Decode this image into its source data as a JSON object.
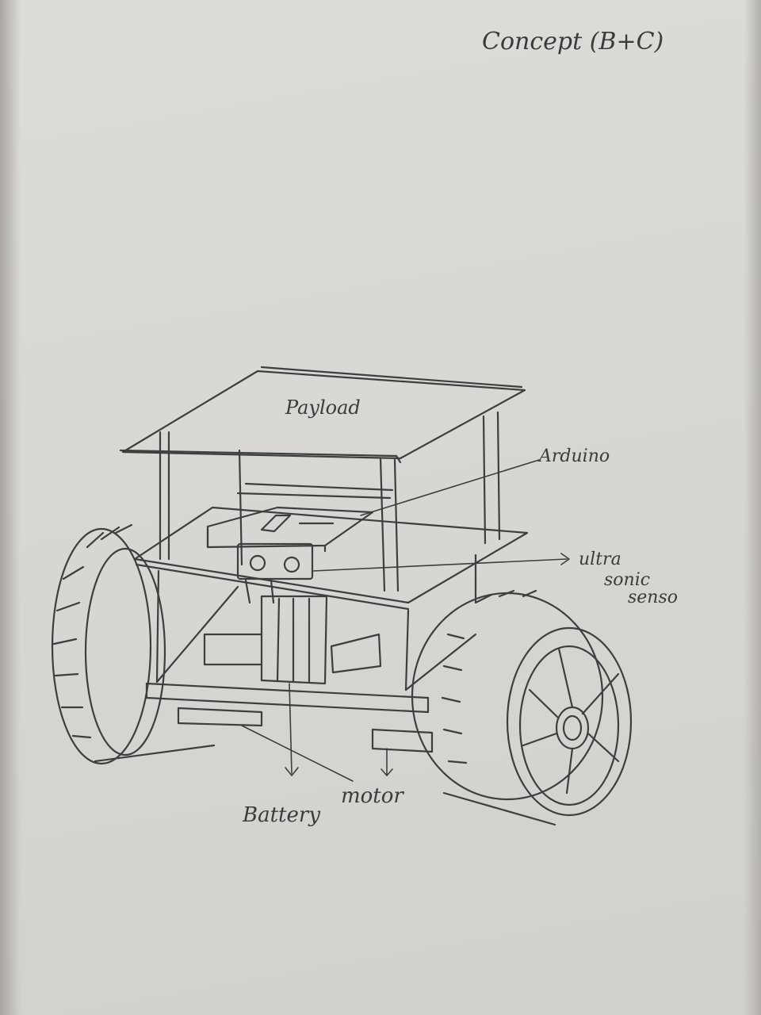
{
  "title": "Concept (B+C)",
  "labels": {
    "payload": "Payload",
    "arduino": "Arduino",
    "ultrasonic_line1": "ultra",
    "ultrasonic_line2": "sonic",
    "ultrasonic_line3": "senso",
    "battery": "Battery",
    "motor": "motor"
  },
  "colors": {
    "paper": "#dcdad6",
    "pencil": "#3b3b3b"
  }
}
